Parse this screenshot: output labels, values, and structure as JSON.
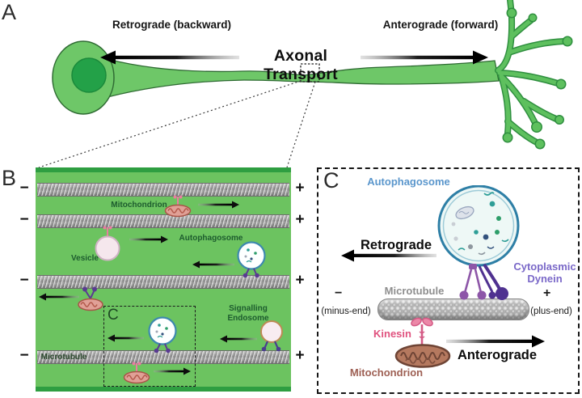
{
  "figure": {
    "panel_a": {
      "label": "A",
      "retrograde_label": "Retrograde (backward)",
      "anterograde_label": "Anterograde (forward)",
      "title": "Axonal Transport"
    },
    "panel_b": {
      "label": "B",
      "minus": "−",
      "plus": "+",
      "mitochondrion_label": "Mitochondrion",
      "vesicle_label": "Vesicle",
      "autophagosome_label": "Autophagosome",
      "signalling_line1": "Signalling",
      "signalling_line2": "Endosome",
      "microtubule_label": "Microtubule",
      "inset_label": "C"
    },
    "panel_c": {
      "label": "C",
      "autophagosome_label": "Autophagosome",
      "retrograde_label": "Retrograde",
      "dynein_line1": "Cytoplasmic",
      "dynein_line2": "Dynein",
      "microtubule_label": "Microtubule",
      "minus": "−",
      "minus_end": "(minus-end)",
      "plus": "+",
      "plus_end": "(plus-end)",
      "kinesin_label": "Kinesin",
      "mitochondrion_label": "Mitochondrion",
      "anterograde_label": "Anterograde"
    },
    "colors": {
      "neuron_green": "#6ec768",
      "nucleus_green": "#23a148",
      "panel_b_green": "#6cc360",
      "panel_b_edge_green": "#2e9e41",
      "microtubule_gray": "#9d9d9d",
      "autophagosome_blue": "#3d89ae",
      "dynein_purple": "#5a3b92",
      "kinesin_pink": "#e0517e",
      "mitochondrion_brown": "#a9705e",
      "label_green": "#1d5c2e",
      "label_blue": "#5a96cc",
      "label_purple": "#7a68c8",
      "label_gray": "#8e8e8e",
      "label_pink": "#e0517e",
      "label_brown": "#9e6054"
    }
  }
}
